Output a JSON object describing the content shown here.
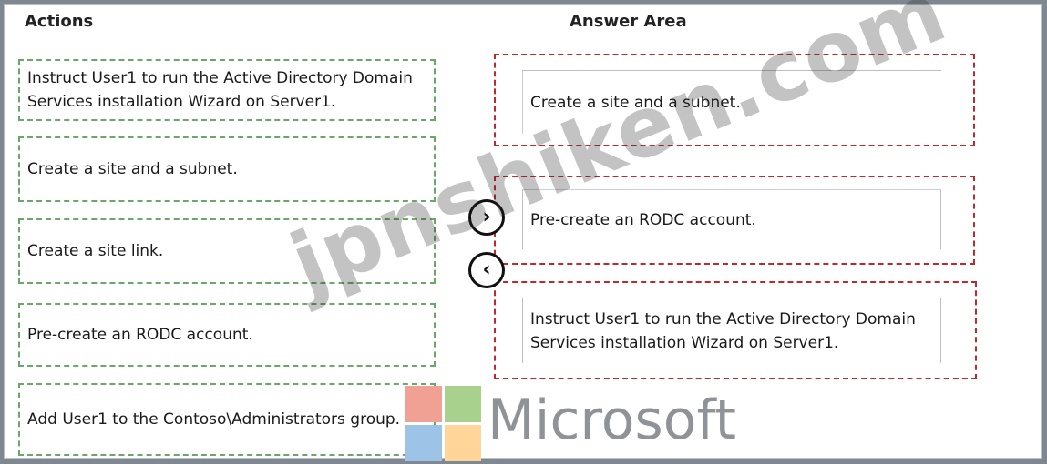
{
  "headings": {
    "actions": "Actions",
    "answer_area": "Answer Area"
  },
  "actions": [
    "Instruct User1 to run the Active Directory Domain Services installation Wizard on Server1.",
    "Create a site and a subnet.",
    "Create a site link.",
    "Pre-create an RODC account.",
    "Add User1 to the Contoso\\Administrators group."
  ],
  "answers": [
    "Create a site and a subnet.",
    "Pre-create an RODC account.",
    "Instruct User1 to run the Active Directory Domain Services installation Wizard on Server1."
  ],
  "controls": {
    "move_right": "›",
    "move_left": "‹"
  },
  "watermark": "jpnshiken.com",
  "logo": {
    "text": "Microsoft",
    "colors": {
      "red": "#f1a094",
      "green": "#a9d18e",
      "blue": "#9dc3e6",
      "yellow": "#ffd599"
    }
  }
}
